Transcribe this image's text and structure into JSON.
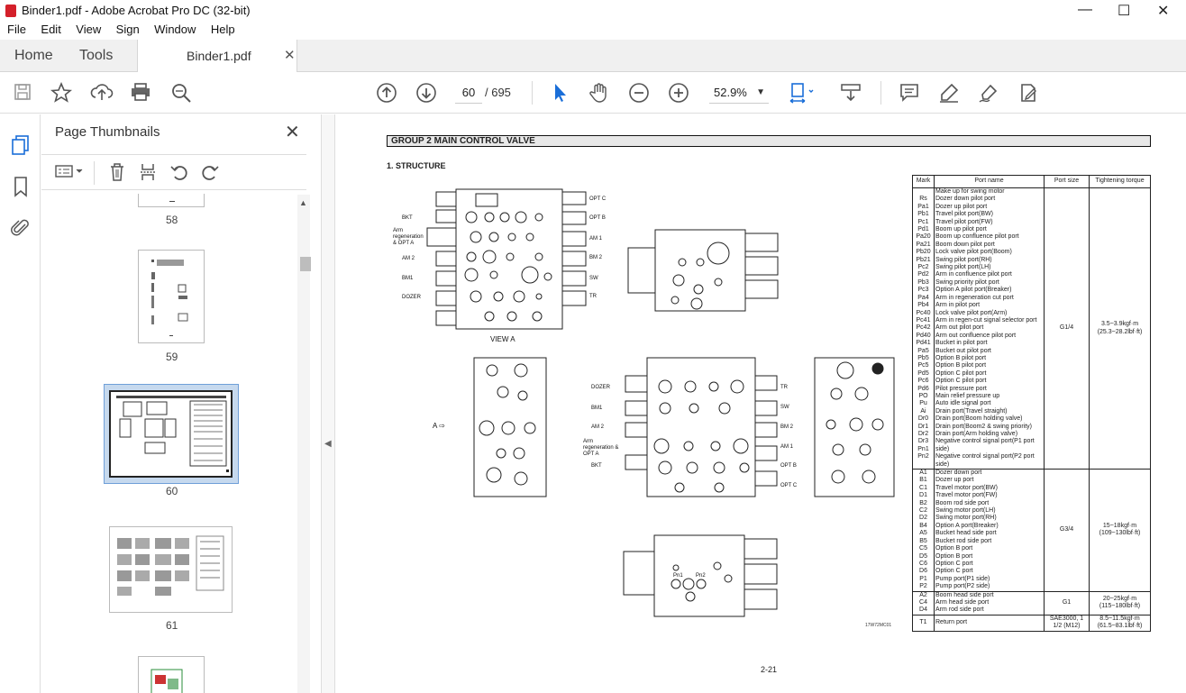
{
  "window": {
    "title": "Binder1.pdf - Adobe Acrobat Pro DC (32-bit)",
    "controls": [
      "—",
      "☐",
      "✕"
    ]
  },
  "menu": [
    "File",
    "Edit",
    "View",
    "Sign",
    "Window",
    "Help"
  ],
  "tabs": {
    "home": "Home",
    "tools": "Tools",
    "doc": "Binder1.pdf",
    "close": "✕"
  },
  "toolbar": {
    "page_current": "60",
    "page_total": "/ 695",
    "zoom": "52.9%"
  },
  "panel": {
    "title": "Page Thumbnails",
    "close": "✕",
    "thumbnails": [
      "58",
      "59",
      "60",
      "61"
    ]
  },
  "doc": {
    "header": "GROUP  2  MAIN CONTROL VALVE",
    "section": "1. STRUCTURE",
    "page_number": "2-21",
    "drawing_code": "17W72MC01",
    "view_label": "VIEW  A",
    "arrow_label": "A",
    "labels_top": [
      "BKT",
      "Arm regeneration & OPT A",
      "AM 2",
      "BM1",
      "DOZER",
      "OPT C",
      "OPT B",
      "AM 1",
      "BM 2",
      "SW",
      "TR"
    ],
    "labels_mid_left": [
      "DOZER",
      "BM1",
      "AM 2",
      "Arm regeneration & OPT A",
      "BKT"
    ],
    "labels_mid_right": [
      "TR",
      "SW",
      "BM 2",
      "AM 1",
      "OPT B",
      "OPT C"
    ],
    "labels_bottom": [
      "Pn1",
      "Pn2"
    ]
  },
  "table": {
    "headers": [
      "Mark",
      "Port name",
      "Port size",
      "Tightening torque"
    ],
    "groups": [
      {
        "marks": [
          "Rs",
          "Pa1",
          "Pb1",
          "Pc1",
          "Pd1",
          "Pa20",
          "Pa21",
          "Pb20",
          "Pb21",
          "Pc2",
          "Pd2",
          "Pb3",
          "Pc3",
          "Pa4",
          "Pb4",
          "Pc40",
          "Pc41",
          "Pc42",
          "Pd40",
          "Pd41",
          "Pa5",
          "Pb5",
          "Pc5",
          "Pd5",
          "Pc6",
          "Pd6",
          "PO",
          "Pu",
          "Ai",
          "Dr0",
          "Dr1",
          "Dr2",
          "Dr3",
          "Pn1",
          "Pn2"
        ],
        "names": [
          "Make up for swing motor",
          "Dozer down pilot port",
          "Dozer up pilot port",
          "Travel pilot port(BW)",
          "Travel pilot port(FW)",
          "Boom up pilot port",
          "Boom up confluence pilot port",
          "Boom down pilot port",
          "Lock valve pilot port(Boom)",
          "Swing pilot port(RH)",
          "Swing pilot port(LH)",
          "Arm in confluence pilot port",
          "Swing priority pilot port",
          "Option A pilot port(Breaker)",
          "Arm in regeneration cut port",
          "Arm in pilot port",
          "Lock valve pilot port(Arm)",
          "Arm in regen-cut signal selector port",
          "Arm out pilot port",
          "Arm out confluence pilot port",
          "Bucket in pilot port",
          "Bucket out pilot port",
          "Option B pilot port",
          "Option B pilot port",
          "Option C pilot port",
          "Option C pilot port",
          "Pilot pressure port",
          "Main relief pressure up",
          "Auto idle signal port",
          "Drain port(Travel straight)",
          "Drain port(Boom holding valve)",
          "Drain port(Boom2 & swing priority)",
          "Drain port(Arm holding valve)",
          "Negative control signal port(P1 port side)",
          "Negative control signal port(P2 port side)"
        ],
        "size": "G1/4",
        "torque": [
          "3.5~3.9kgf·m",
          "(25.3~28.2lbf·ft)"
        ]
      },
      {
        "marks": [
          "A1",
          "B1",
          "C1",
          "D1",
          "B2",
          "C2",
          "D2",
          "B4",
          "A5",
          "B5",
          "C5",
          "D5",
          "C6",
          "D6",
          "P1",
          "P2"
        ],
        "names": [
          "Dozer down port",
          "Dozer up port",
          "Travel motor port(BW)",
          "Travel motor port(FW)",
          "Boom rod side port",
          "Swing motor port(LH)",
          "Swing motor port(RH)",
          "Option A port(Breaker)",
          "Bucket head side port",
          "Bucket rod side port",
          "Option B port",
          "Option B port",
          "Option C port",
          "Option C port",
          "Pump port(P1 side)",
          "Pump port(P2 side)"
        ],
        "size": "G3/4",
        "torque": [
          "15~18kgf·m",
          "(109~130lbf·ft)"
        ]
      },
      {
        "marks": [
          "A2",
          "C4",
          "D4"
        ],
        "names": [
          "Boom head side port",
          "Arm head side port",
          "Arm rod side port"
        ],
        "size": "G1",
        "torque": [
          "20~25kgf·m",
          "(115~180lbf·ft)"
        ]
      },
      {
        "marks": [
          "T1"
        ],
        "names": [
          "Return port"
        ],
        "size": "SAE3000, 1 1/2 (M12)",
        "torque": [
          "8.5~11.5kgf·m",
          "(61.5~83.1lbf·ft)"
        ]
      }
    ]
  }
}
